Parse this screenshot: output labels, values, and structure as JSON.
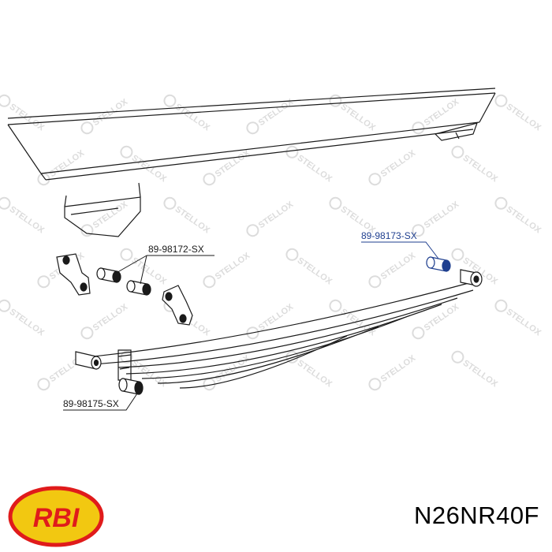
{
  "watermark_text": "STELLOX",
  "callouts": [
    {
      "id": "c1",
      "label": "89-98172-SX",
      "highlight": false
    },
    {
      "id": "c2",
      "label": "89-98173-SX",
      "highlight": true
    },
    {
      "id": "c3",
      "label": "89-98175-SX",
      "highlight": false
    }
  ],
  "logo": {
    "text": "RBI",
    "fill": "#f2c811",
    "stroke": "#e01b1b",
    "text_color": "#e01b1b"
  },
  "part_number": "N26NR40F",
  "colors": {
    "line": "#1a1a1a",
    "highlight": "#1f3f8f",
    "watermark": "#dcdcdc"
  }
}
